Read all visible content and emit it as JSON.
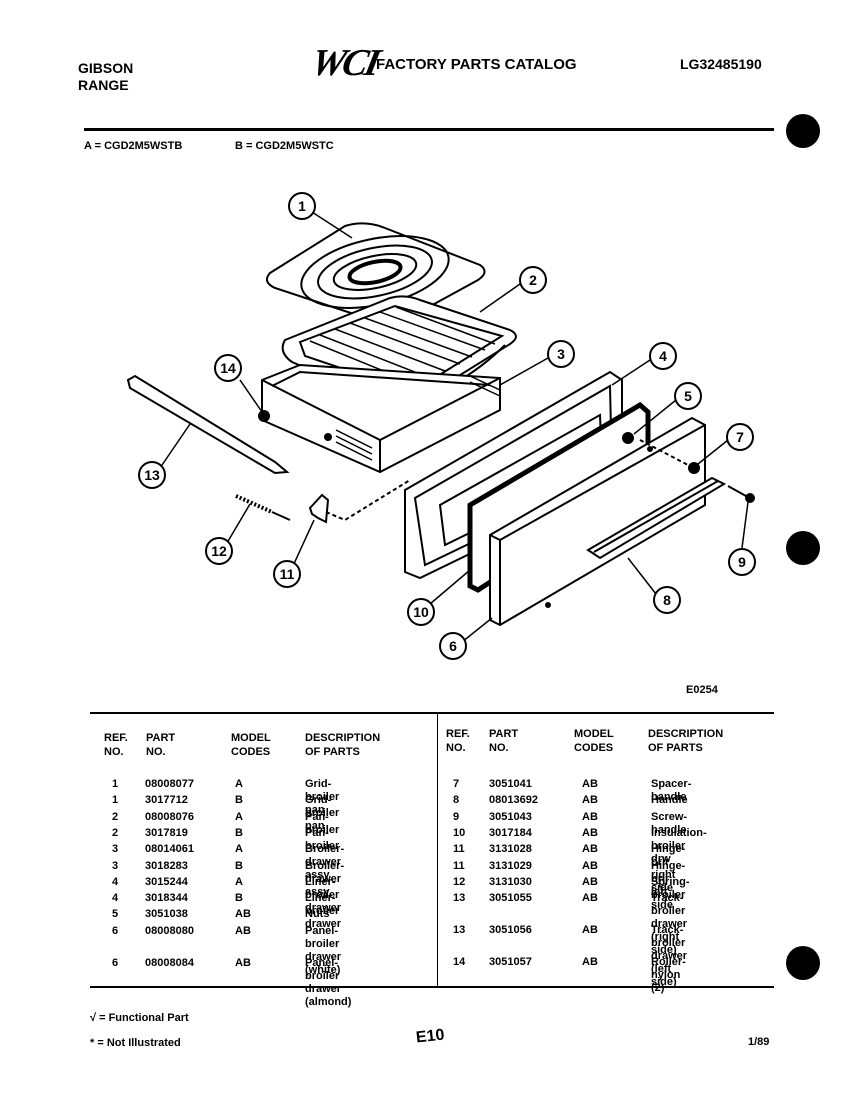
{
  "header": {
    "brand_line1": "GIBSON",
    "brand_line2": "RANGE",
    "logo": "WCI",
    "catalog_title": "FACTORY PARTS CATALOG",
    "catalog_number": "LG32485190"
  },
  "models": {
    "a": "A = CGD2M5WSTB",
    "b": "B = CGD2M5WSTC"
  },
  "diagram": {
    "figure_code": "E0254",
    "callouts": [
      "1",
      "2",
      "3",
      "4",
      "5",
      "6",
      "7",
      "8",
      "9",
      "10",
      "11",
      "12",
      "13",
      "14"
    ]
  },
  "table": {
    "headers": {
      "ref": [
        "REF.",
        "NO."
      ],
      "part": [
        "PART",
        "NO."
      ],
      "model": [
        "MODEL",
        "CODES"
      ],
      "desc": [
        "DESCRIPTION",
        "OF PARTS"
      ]
    },
    "left_rows": [
      {
        "ref": "1",
        "part": "08008077",
        "model": "A",
        "desc": "Grid-broiler pan"
      },
      {
        "ref": "1",
        "part": "3017712",
        "model": "B",
        "desc": "Grid-broiler pan"
      },
      {
        "ref": "2",
        "part": "08008076",
        "model": "A",
        "desc": "Pan-broiler"
      },
      {
        "ref": "2",
        "part": "3017819",
        "model": "B",
        "desc": "Pan-broiler"
      },
      {
        "ref": "3",
        "part": "08014061",
        "model": "A",
        "desc": "Broiler-drawer assy"
      },
      {
        "ref": "3",
        "part": "3018283",
        "model": "B",
        "desc": "Broiler-drawer assy"
      },
      {
        "ref": "4",
        "part": "3015244",
        "model": "A",
        "desc": "Liner-broiler drawer"
      },
      {
        "ref": "4",
        "part": "3018344",
        "model": "B",
        "desc": "Liner-broiler drawer"
      },
      {
        "ref": "5",
        "part": "3051038",
        "model": "AB",
        "desc": "Nuts"
      },
      {
        "ref": "6",
        "part": "08008080",
        "model": "AB",
        "desc": "Panel-broiler\ndrawer (white)"
      },
      {
        "ref": "6",
        "part": "08008084",
        "model": "AB",
        "desc": "Panel-broiler\ndrawer (almond)"
      }
    ],
    "right_rows": [
      {
        "ref": "7",
        "part": "3051041",
        "model": "AB",
        "desc": "Spacer-handle"
      },
      {
        "ref": "8",
        "part": "08013692",
        "model": "AB",
        "desc": "Handle"
      },
      {
        "ref": "9",
        "part": "3051043",
        "model": "AB",
        "desc": "Screw-handle"
      },
      {
        "ref": "10",
        "part": "3017184",
        "model": "AB",
        "desc": "Insulation-broiler drw"
      },
      {
        "ref": "11",
        "part": "3131028",
        "model": "AB",
        "desc": "Hinge-brlr right side"
      },
      {
        "ref": "11",
        "part": "3131029",
        "model": "AB",
        "desc": "Hinge-brlr left side"
      },
      {
        "ref": "12",
        "part": "3131030",
        "model": "AB",
        "desc": "Spring-broiler"
      },
      {
        "ref": "13",
        "part": "3051055",
        "model": "AB",
        "desc": "Track-broiler\ndrawer (right side)"
      },
      {
        "ref": "13",
        "part": "3051056",
        "model": "AB",
        "desc": "Track-broiler\ndrawer (left side)"
      },
      {
        "ref": "14",
        "part": "3051057",
        "model": "AB",
        "desc": "Roller-nylon (2)"
      }
    ]
  },
  "footer": {
    "functional": "√ = Functional Part",
    "not_illustrated": "* = Not Illustrated",
    "page": "E10",
    "date": "1/89"
  }
}
